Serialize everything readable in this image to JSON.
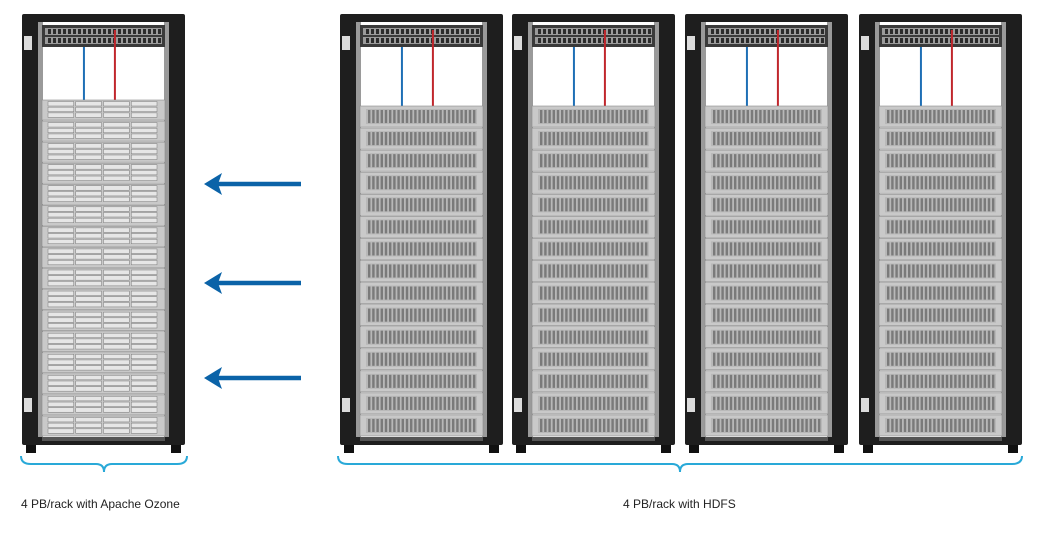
{
  "diagram": {
    "left_group": {
      "label": "4 PB/rack with Apache Ozone",
      "rack_count": 1
    },
    "right_group": {
      "label": "4 PB/rack with HDFS",
      "rack_count": 4
    },
    "arrow_count": 3,
    "colors": {
      "rack_frame": "#1e1e1e",
      "server_face": "#c9c9c9",
      "server_dark": "#7a7a7a",
      "switch": "#3a3a3a",
      "cable_blue": "#1e6fb5",
      "cable_red": "#c0262c",
      "arrow": "#0b63a8",
      "brace": "#29a9d8"
    }
  }
}
